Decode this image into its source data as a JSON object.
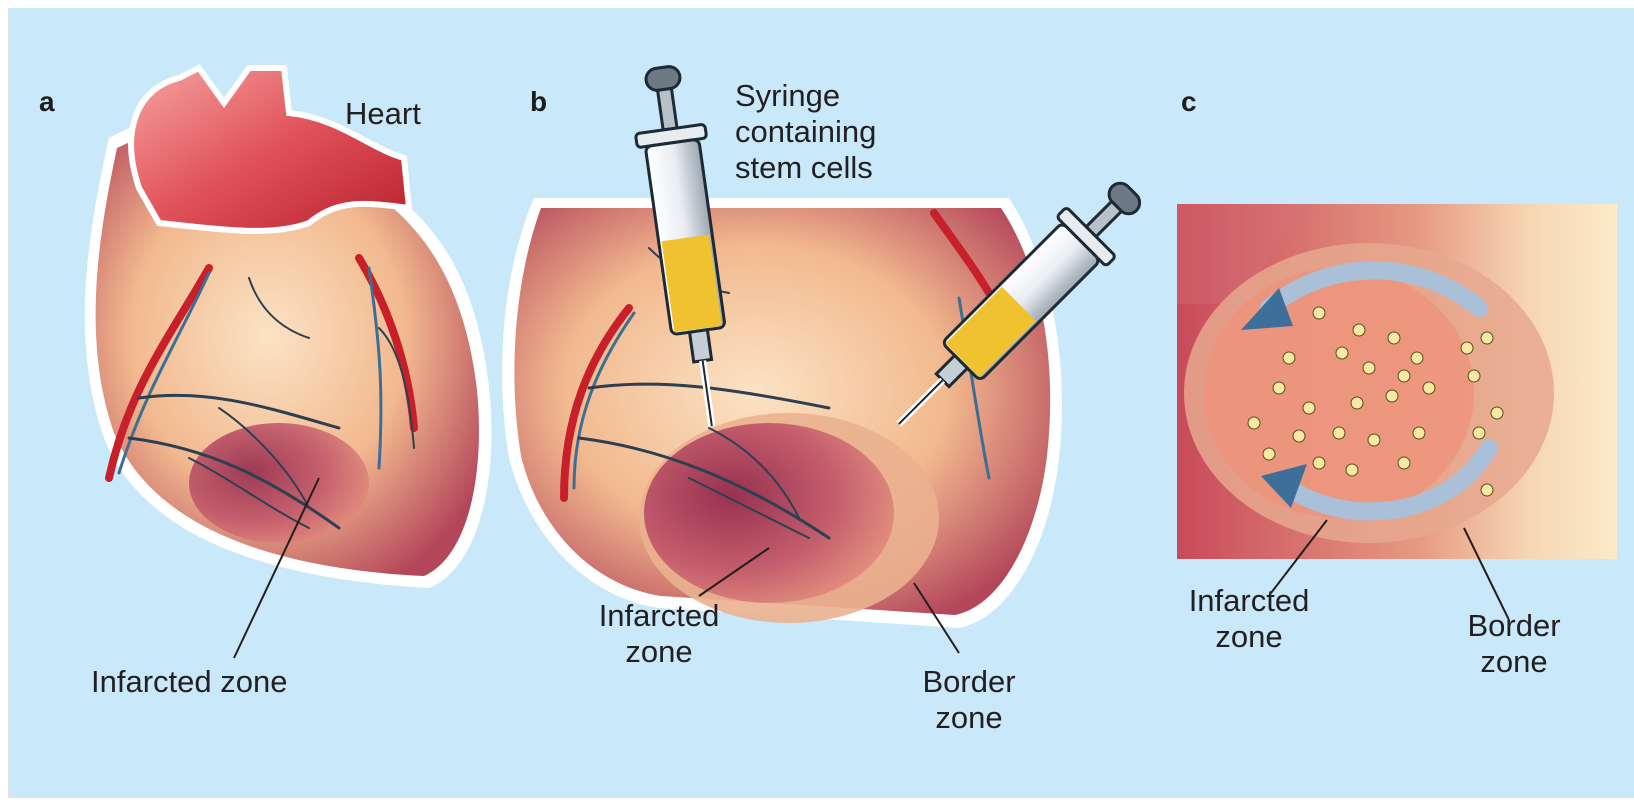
{
  "panels": {
    "a": {
      "letter": "a",
      "heart_label": "Heart",
      "infarct_label": "Infarcted zone"
    },
    "b": {
      "letter": "b",
      "syringe_label": [
        "Syringe",
        "containing",
        "stem cells"
      ],
      "infarct_label": [
        "Infarcted",
        "zone"
      ],
      "border_label": [
        "Border",
        "zone"
      ]
    },
    "c": {
      "letter": "c",
      "infarct_label": [
        "Infarcted",
        "zone"
      ],
      "border_label": [
        "Border",
        "zone"
      ]
    }
  },
  "colors": {
    "background": "#c9e9fb",
    "myocardium": "#f2c39a",
    "infarct": "#b85064",
    "border_zone": "#e9a98a",
    "artery": "#c8202a",
    "vein": "#4a7fa3",
    "stem_cells": "#f7e9a0",
    "syringe_fluid": "#f0c230"
  }
}
